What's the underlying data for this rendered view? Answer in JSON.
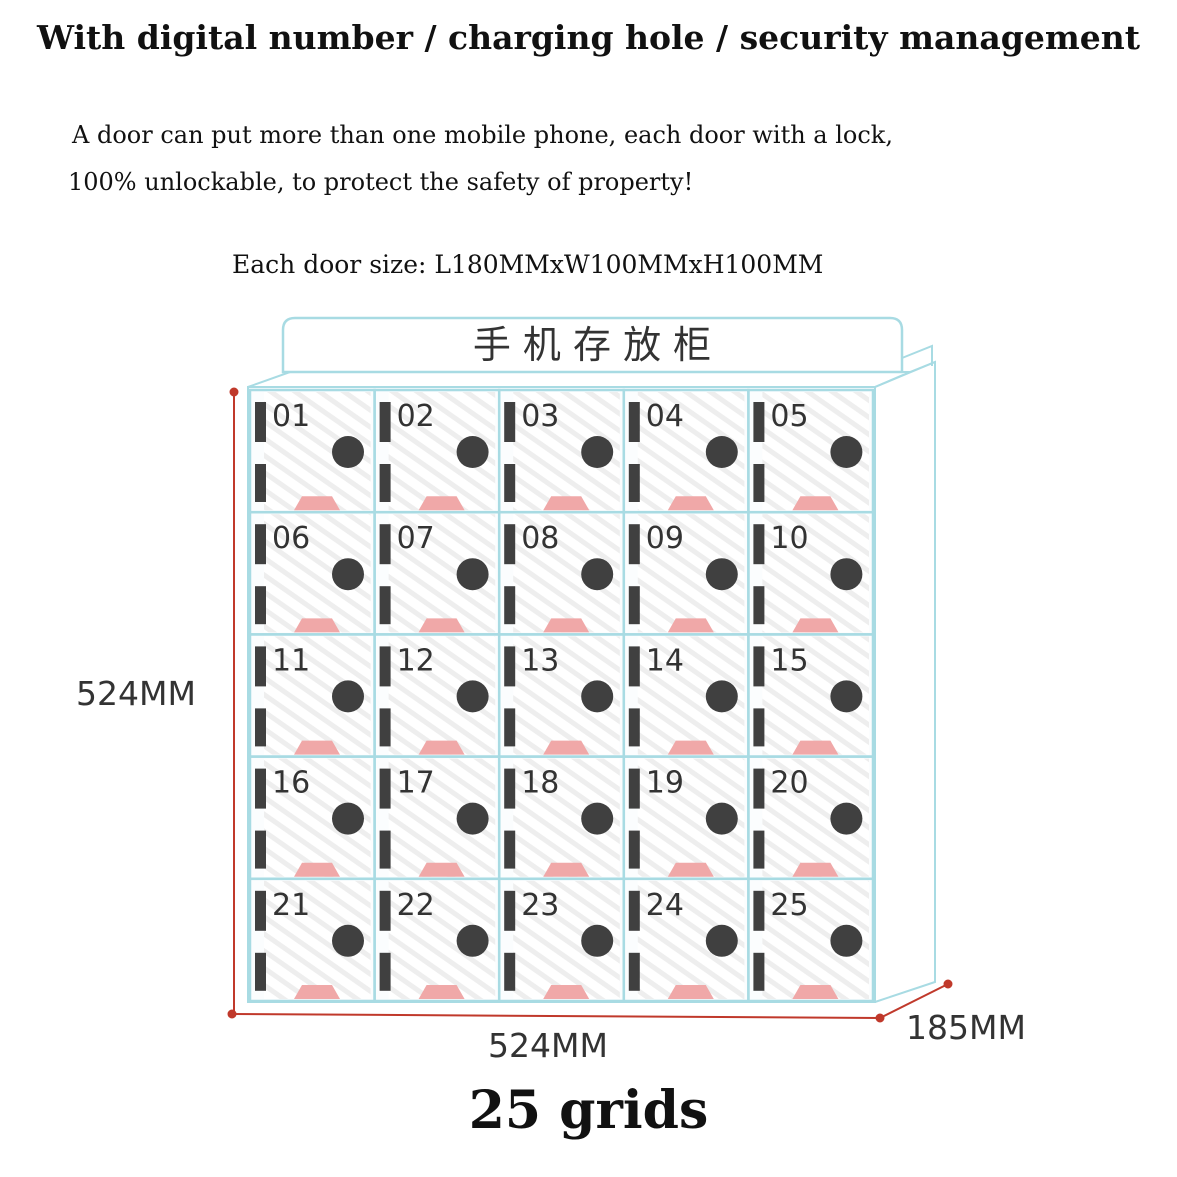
{
  "headline": "With digital number / charging hole / security management",
  "description": {
    "line1": "A door can put more than one mobile phone, each door with a lock,",
    "line2": "100% unlockable, to protect the safety of property!"
  },
  "door_size": "Each door size: L180MMxW100MMxH100MM",
  "cabinet": {
    "sign": "手 机 存 放 柜",
    "door_numbers": [
      "01",
      "02",
      "03",
      "04",
      "05",
      "06",
      "07",
      "08",
      "09",
      "10",
      "11",
      "12",
      "13",
      "14",
      "15",
      "16",
      "17",
      "18",
      "19",
      "20",
      "21",
      "22",
      "23",
      "24",
      "25"
    ],
    "rows": 5,
    "cols": 5,
    "colors": {
      "frame": "#a8dbe3",
      "lock": "#404040",
      "tray": "#f0a8a8",
      "dimension_line": "#c0392b"
    }
  },
  "dimensions": {
    "height": "524MM",
    "width": "524MM",
    "depth": "185MM"
  },
  "grid_count": "25 grids"
}
